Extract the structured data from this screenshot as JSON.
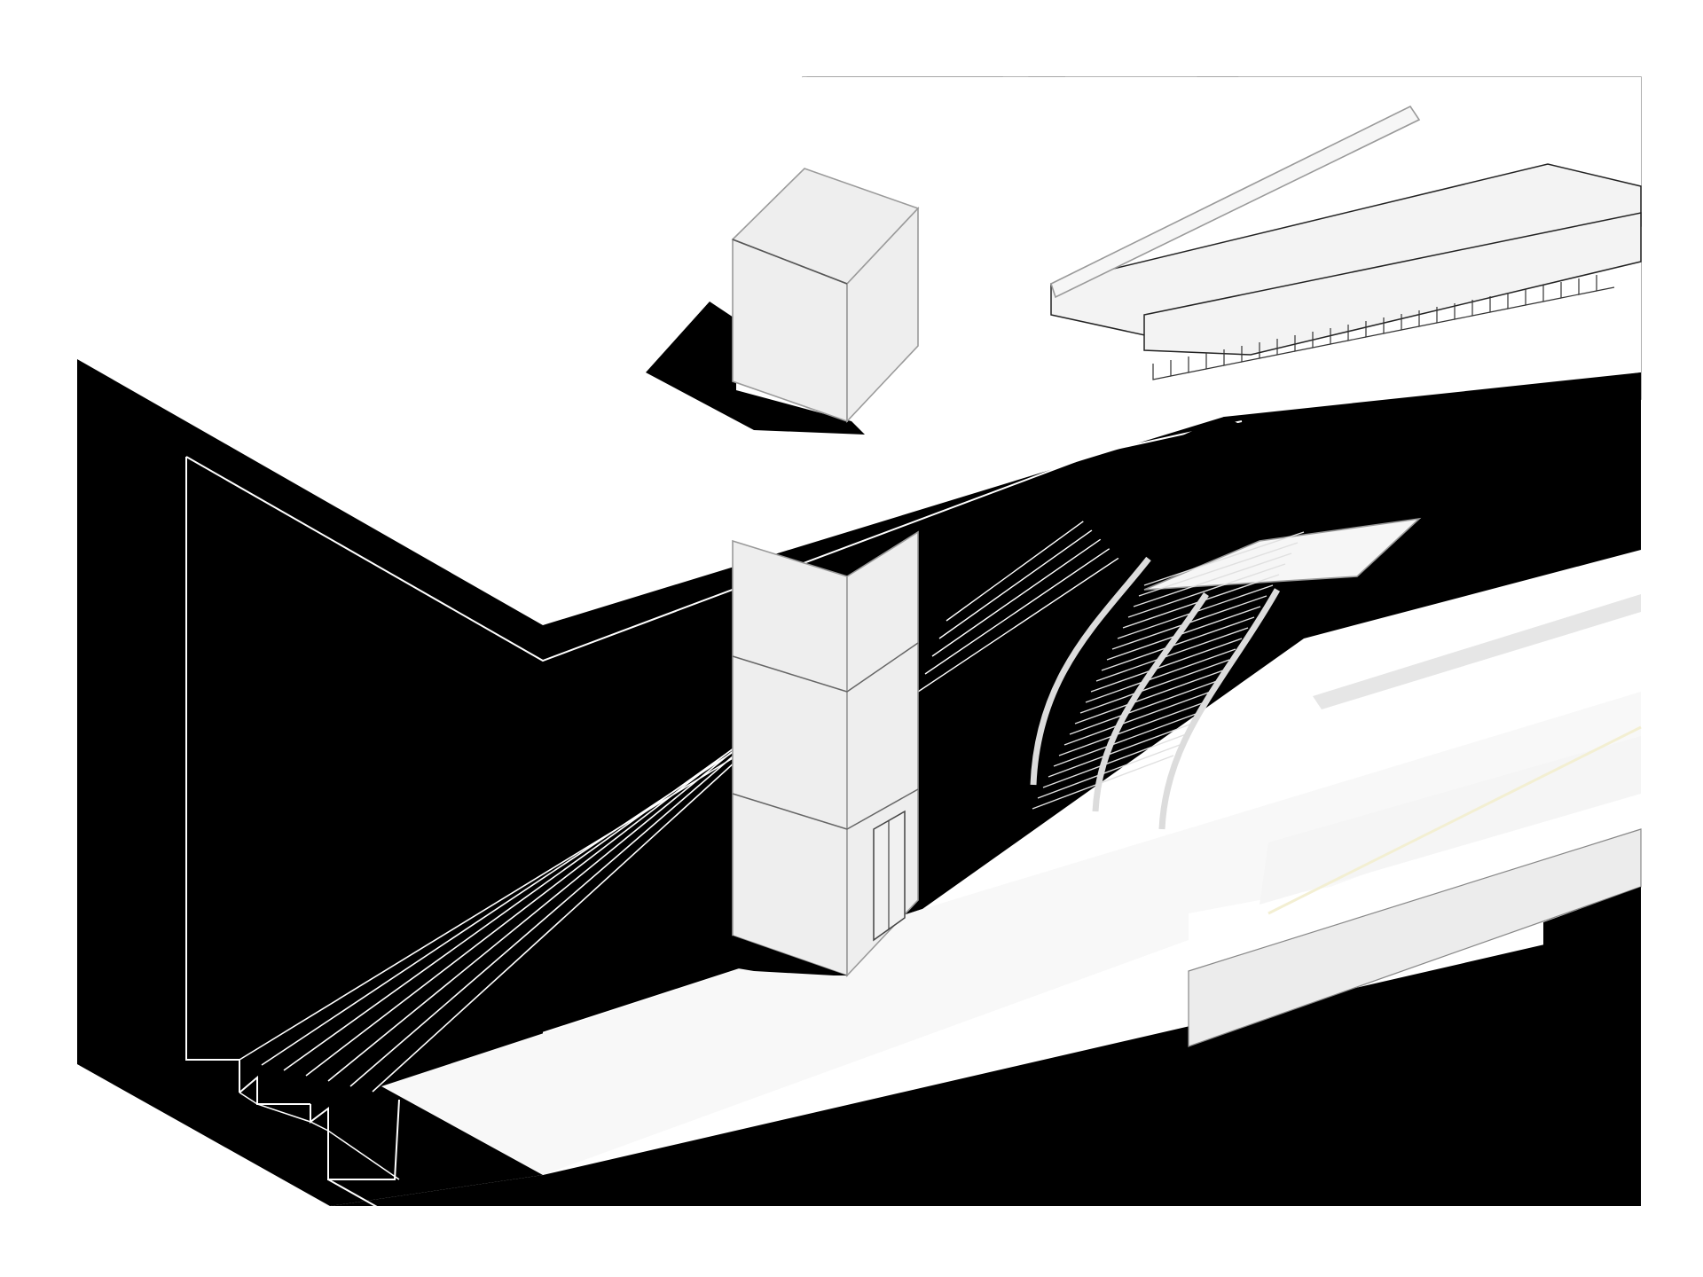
{
  "drawing": {
    "type": "architectural-axonometric-section",
    "palette": {
      "background": "#ffffff",
      "solid": "#000000",
      "glass": "#eeeeee",
      "floor": "#f8f8f8",
      "accent_line": "#f3efd2"
    },
    "elements": [
      "ground-slab",
      "underground-section-wall",
      "glass-elevator-shaft",
      "glass-elevator-head",
      "skylight-roof-structure",
      "upper-staircase",
      "escalator-bank",
      "platform-floor",
      "track-bay"
    ],
    "escalator_count": 3
  }
}
